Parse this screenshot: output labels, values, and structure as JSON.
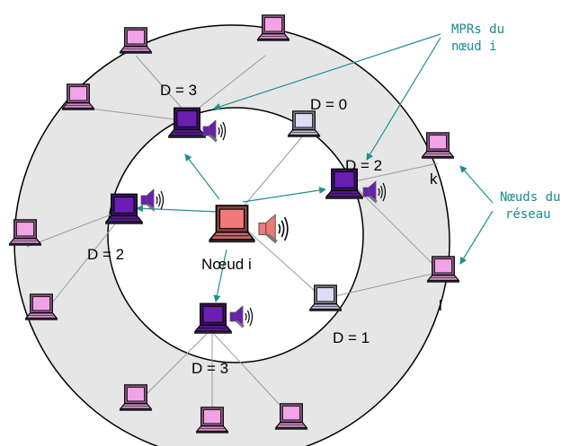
{
  "colors": {
    "ring_fill": "#e6e6e6",
    "line": "#9a9a9a",
    "arrow": "#1f8f8f",
    "annotation": "#1a8a8a",
    "node_central": "#f07878",
    "node_mpr": "#6a1fb0",
    "node_inner": "#dcdcf5",
    "node_outer": "#f2a3e8"
  },
  "labels": {
    "central": "Nœud i",
    "d3_top": "D = 3",
    "d0": "D = 0",
    "d2_right": "D = 2",
    "d2_left": "D = 2",
    "d1": "D = 1",
    "d3_bottom": "D = 3",
    "k": "k",
    "l": "l"
  },
  "annotations": {
    "mprs_line1": "MPRs du",
    "mprs_line2": "nœud i",
    "network_line1": "Nœuds du",
    "network_line2": "réseau"
  },
  "icons": [
    "laptop-icon",
    "speaker-icon"
  ]
}
